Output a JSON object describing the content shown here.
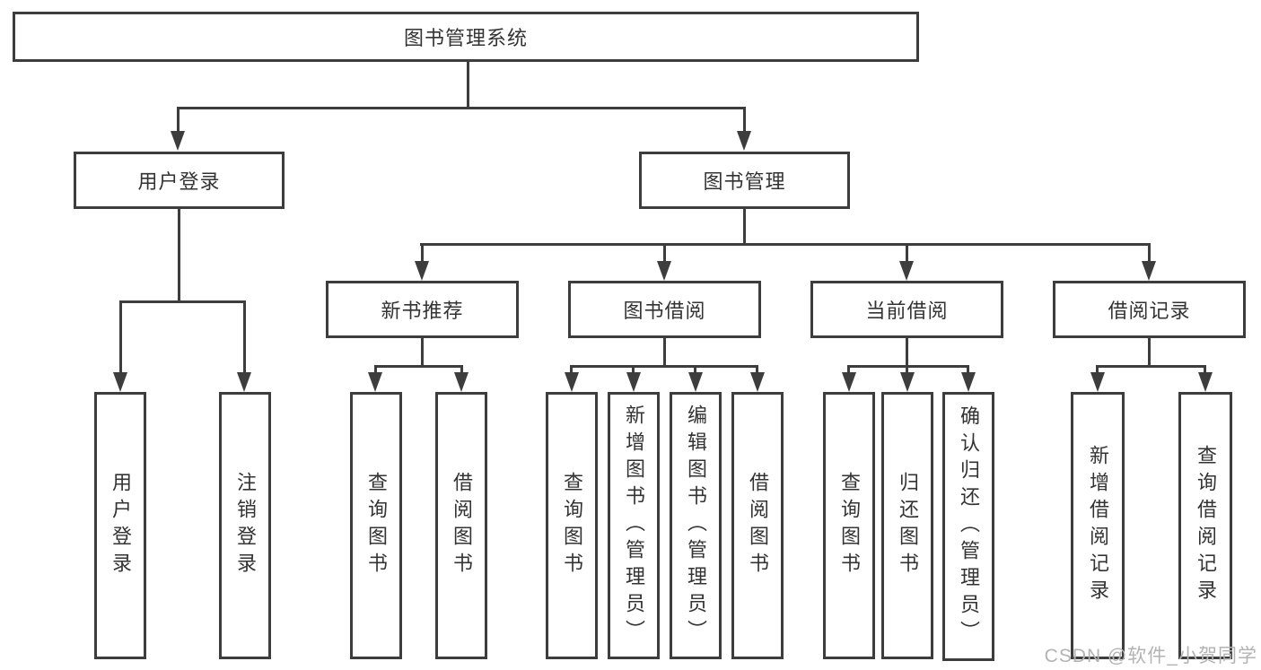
{
  "diagram_title": "图书管理系统",
  "tree": {
    "label": "图书管理系统",
    "children": [
      {
        "label": "用户登录",
        "children": [
          {
            "label": "用户登录"
          },
          {
            "label": "注销登录"
          }
        ]
      },
      {
        "label": "图书管理",
        "children": [
          {
            "label": "新书推荐",
            "children": [
              {
                "label": "查询图书"
              },
              {
                "label": "借阅图书"
              }
            ]
          },
          {
            "label": "图书借阅",
            "children": [
              {
                "label": "查询图书"
              },
              {
                "label": "新增图书（管理员）"
              },
              {
                "label": "编辑图书（管理员）"
              },
              {
                "label": "借阅图书"
              }
            ]
          },
          {
            "label": "当前借阅",
            "children": [
              {
                "label": "查询图书"
              },
              {
                "label": "归还图书"
              },
              {
                "label": "确认归还（管理员）"
              }
            ]
          },
          {
            "label": "借阅记录",
            "children": [
              {
                "label": "新增借阅记录"
              },
              {
                "label": "查询借阅记录"
              }
            ]
          }
        ]
      }
    ]
  },
  "watermark": {
    "text": "CSDN @软件_小贺同学"
  },
  "colors": {
    "line": "#3d3d3d",
    "text": "#333333",
    "background": "#ffffff",
    "watermark": "#b3b3b3"
  }
}
